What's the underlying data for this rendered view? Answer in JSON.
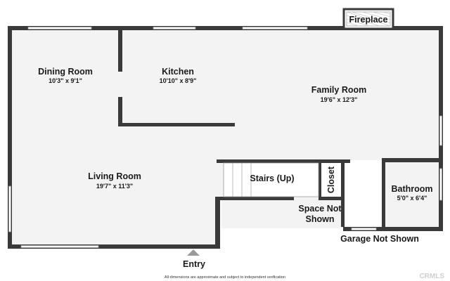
{
  "rooms": {
    "dining": {
      "name": "Dining Room",
      "dim": "10'3\" x 9'1\""
    },
    "kitchen": {
      "name": "Kitchen",
      "dim": "10'10\" x 8'9\""
    },
    "family": {
      "name": "Family Room",
      "dim": "19'6\" x 12'3\""
    },
    "living": {
      "name": "Living Room",
      "dim": "19'7\" x 11'3\""
    },
    "stairs": {
      "name": "Stairs (Up)"
    },
    "closet": {
      "name": "Closet"
    },
    "bathroom": {
      "name": "Bathroom",
      "dim": "5'0\" x 6'4\""
    }
  },
  "labels": {
    "fireplace": "Fireplace",
    "space_not_shown_1": "Space Not",
    "space_not_shown_2": "Shown",
    "garage": "Garage Not Shown",
    "entry": "Entry",
    "disclaimer": "All dimensions are approximate and subject to independent verification",
    "watermark": "CRMLS"
  },
  "colors": {
    "wall": "#3a3a3a",
    "floor": "#f3f3f3"
  }
}
